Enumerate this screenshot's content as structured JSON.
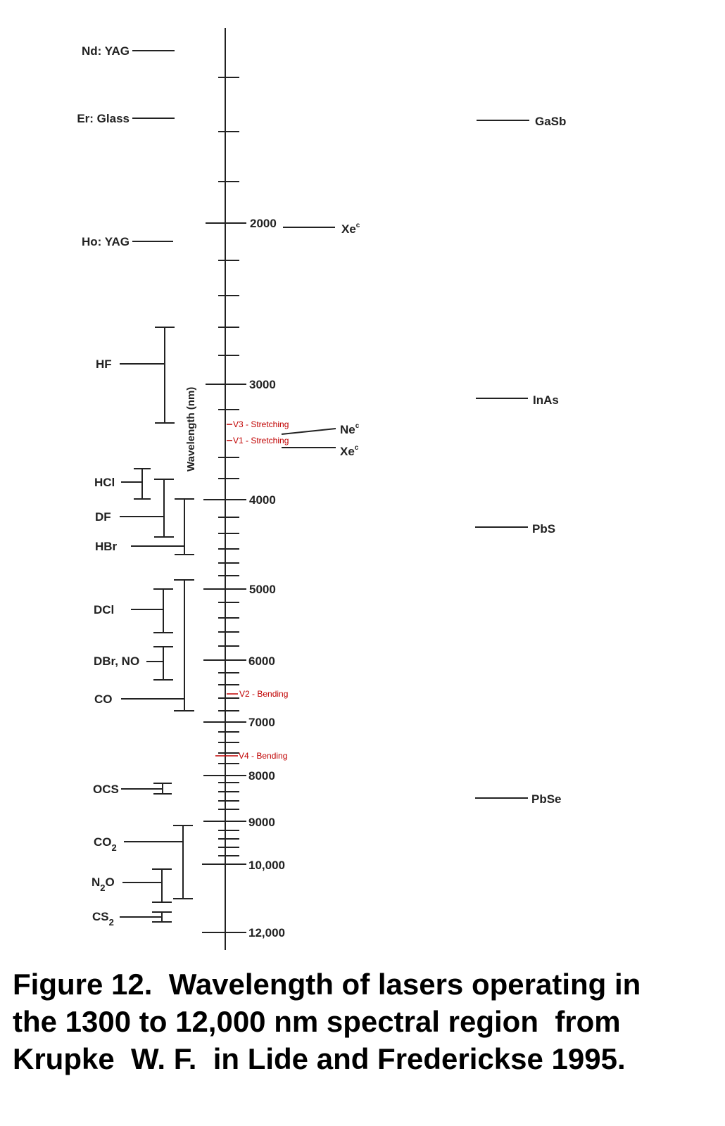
{
  "axis": {
    "title": "Wavelength (nm)",
    "major_ticks": [
      {
        "value": 2000,
        "label": "2000"
      },
      {
        "value": 3000,
        "label": "3000"
      },
      {
        "value": 4000,
        "label": "4000"
      },
      {
        "value": 5000,
        "label": "5000"
      },
      {
        "value": 6000,
        "label": "6000"
      },
      {
        "value": 7000,
        "label": "7000"
      },
      {
        "value": 8000,
        "label": "8000"
      },
      {
        "value": 9000,
        "label": "9000"
      },
      {
        "value": 10000,
        "label": "10,000"
      },
      {
        "value": 12000,
        "label": "12,000"
      }
    ]
  },
  "left_lasers": [
    {
      "label": "Nd: YAG"
    },
    {
      "label": "Er: Glass"
    },
    {
      "label": "Ho: YAG"
    },
    {
      "label": "HF"
    },
    {
      "label": "HCl"
    },
    {
      "label": "DF"
    },
    {
      "label": "HBr"
    },
    {
      "label": "DCl"
    },
    {
      "label": "DBr, NO"
    },
    {
      "label": "CO"
    },
    {
      "label": "OCS"
    },
    {
      "label": "CO",
      "sub": "2"
    },
    {
      "label": "N",
      "sub": "2",
      "tail": "O"
    },
    {
      "label": "CS",
      "sub": "2"
    }
  ],
  "gas_lasers": [
    {
      "label": "Xe",
      "sup": "c"
    },
    {
      "label": "Ne",
      "sup": "c"
    },
    {
      "label": "Xe",
      "sup": "c"
    }
  ],
  "semiconductor_lasers": [
    {
      "label": "GaSb"
    },
    {
      "label": "InAs"
    },
    {
      "label": "PbS"
    },
    {
      "label": "PbSe"
    }
  ],
  "annotations": [
    {
      "label": "V3 - Stretching"
    },
    {
      "label": "V1 - Stretching"
    },
    {
      "label": "V2 - Bending"
    },
    {
      "label": "V4 - Bending"
    }
  ],
  "colors": {
    "annotation": "#c00000",
    "ink": "#222222"
  },
  "caption": [
    "Figure 12.  Wavelength of lasers operating in",
    "the 1300 to 12,000 nm spectral region  from",
    "Krupke  W. F.  in Lide and Frederickse 1995."
  ]
}
